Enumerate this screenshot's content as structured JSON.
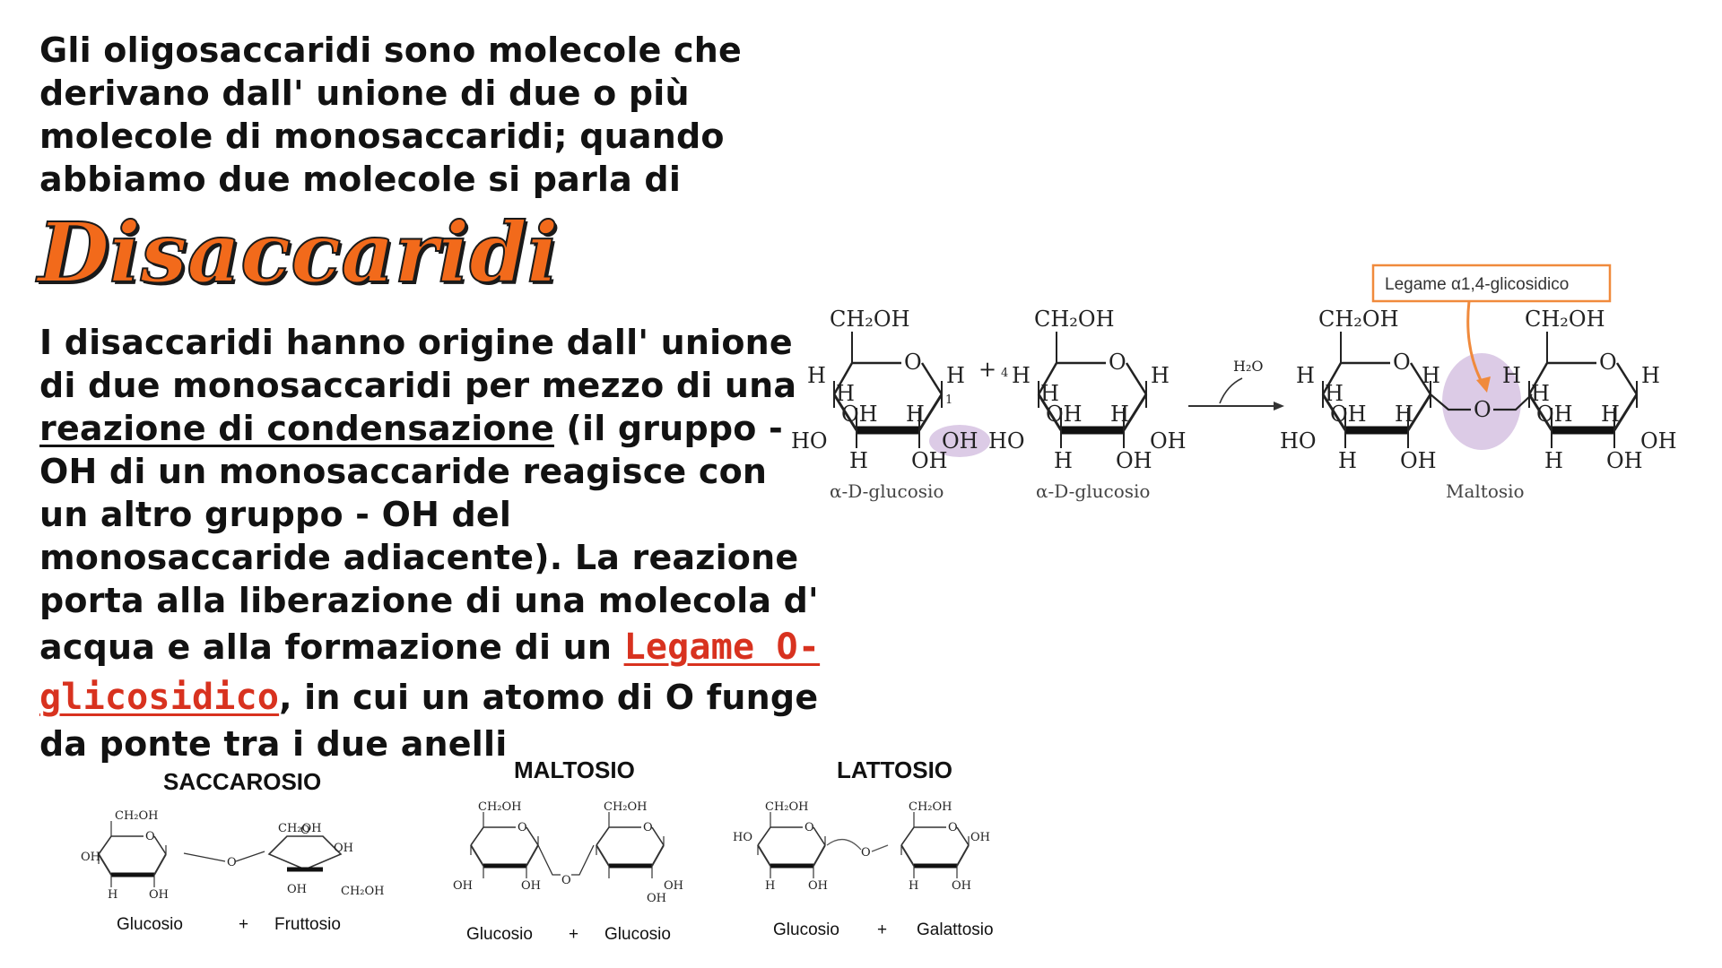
{
  "intro": {
    "lines": [
      "Gli oligosaccaridi sono molecole che",
      "derivano dall' unione di due o più",
      "molecole di monosaccaridi; quando",
      "abbiamo due molecole si parla di"
    ]
  },
  "title": "Disaccaridi",
  "body": {
    "line1": " I disaccaridi hanno origine dall' unione",
    "line2": "di due monosaccaridi per mezzo di  una",
    "line3_link": "reazione di condensazione",
    "line3_rest": " (il gruppo -",
    "line4": "OH di un monosaccaride reagisce con",
    "line5": "un altro gruppo - OH del",
    "line6": "monosaccaride adiacente). La reazione",
    "line7": "porta alla liberazione di una molecola d'",
    "line8_pre": "acqua e alla formazione di un ",
    "line8_hl": "Legame O-",
    "line9_hl": "glicosidico",
    "line9_rest": ", in cui un atomo di O funge",
    "line10": "da ponte tra i due anelli"
  },
  "reaction": {
    "bond_label": "Legame α1,4-glicosidico",
    "ch2oh": "CH₂OH",
    "plus": "+",
    "water": "H₂O",
    "left_caption": "α-D-glucosio",
    "right_caption": "α-D-glucosio",
    "product_caption": "Maltosio",
    "atoms": {
      "O": "O",
      "H": "H",
      "OH": "OH",
      "HO": "HO",
      "one": "1",
      "four": "4"
    }
  },
  "examples": [
    {
      "title": "SACCAROSIO",
      "left": "Glucosio",
      "plus": "+",
      "right": "Fruttosio"
    },
    {
      "title": "MALTOSIO",
      "left": "Glucosio",
      "plus": "+",
      "right": "Glucosio"
    },
    {
      "title": "LATTOSIO",
      "left": "Glucosio",
      "plus": "+",
      "right": "Galattosio"
    }
  ],
  "colors": {
    "title": "#f26a1b",
    "highlight": "#d8321f",
    "arrow": "#f08a3c",
    "glow": "#d9c4e4"
  }
}
